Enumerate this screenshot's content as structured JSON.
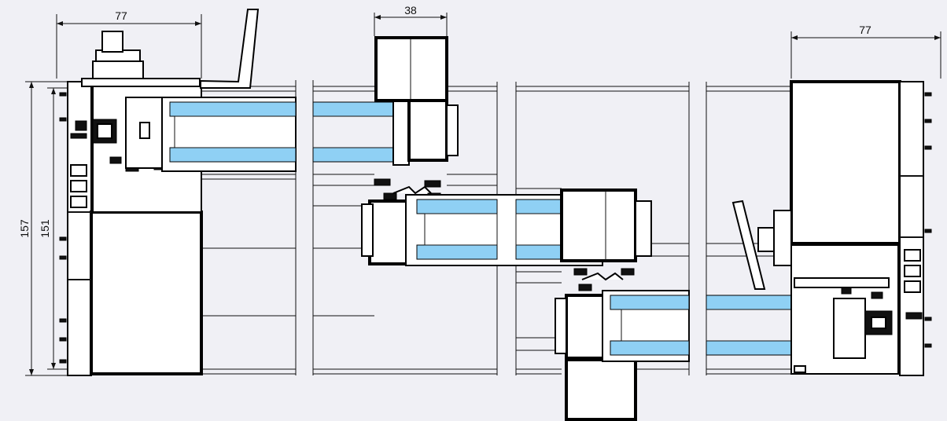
{
  "drawing": {
    "dimensions": {
      "top_left_width": "77",
      "top_center_width": "38",
      "top_right_width": "77",
      "left_outer_height": "157",
      "left_inner_height": "151"
    },
    "colors": {
      "background": "#f0f0f5",
      "glass": "#8fd0f4",
      "line": "#111111"
    }
  }
}
